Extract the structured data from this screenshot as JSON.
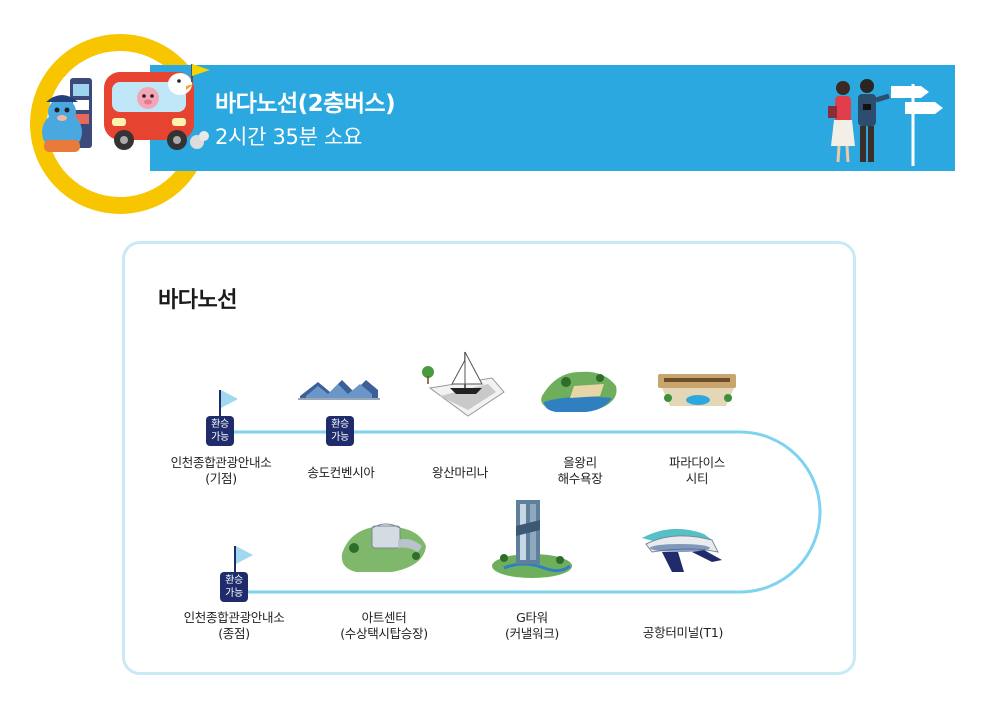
{
  "banner": {
    "title": "바다노선(2층버스)",
    "subtitle": "2시간 35분 소요"
  },
  "card": {
    "title": "바다노선"
  },
  "badges": [
    {
      "line1": "환승",
      "line2": "가능"
    },
    {
      "line1": "환승",
      "line2": "가능"
    },
    {
      "line1": "환승",
      "line2": "가능"
    }
  ],
  "stops": [
    {
      "line1": "인천종합관광안내소",
      "line2": "(기점)"
    },
    {
      "line1": "송도컨벤시아",
      "line2": ""
    },
    {
      "line1": "왕산마리나",
      "line2": ""
    },
    {
      "line1": "을왕리",
      "line2": "해수욕장"
    },
    {
      "line1": "파라다이스",
      "line2": "시티"
    },
    {
      "line1": "인천종합관광안내소",
      "line2": "(종점)"
    },
    {
      "line1": "아트센터",
      "line2": "(수상택시탑승장)"
    },
    {
      "line1": "G타워",
      "line2": "(커낼워크)"
    },
    {
      "line1": "공항터미널(T1)",
      "line2": ""
    }
  ],
  "colors": {
    "banner_blue": "#2aa8df",
    "ring_yellow": "#f7c600",
    "route_line": "#7fd3ef",
    "badge_navy": "#1f2b6b",
    "card_border": "#c9e9f6"
  }
}
